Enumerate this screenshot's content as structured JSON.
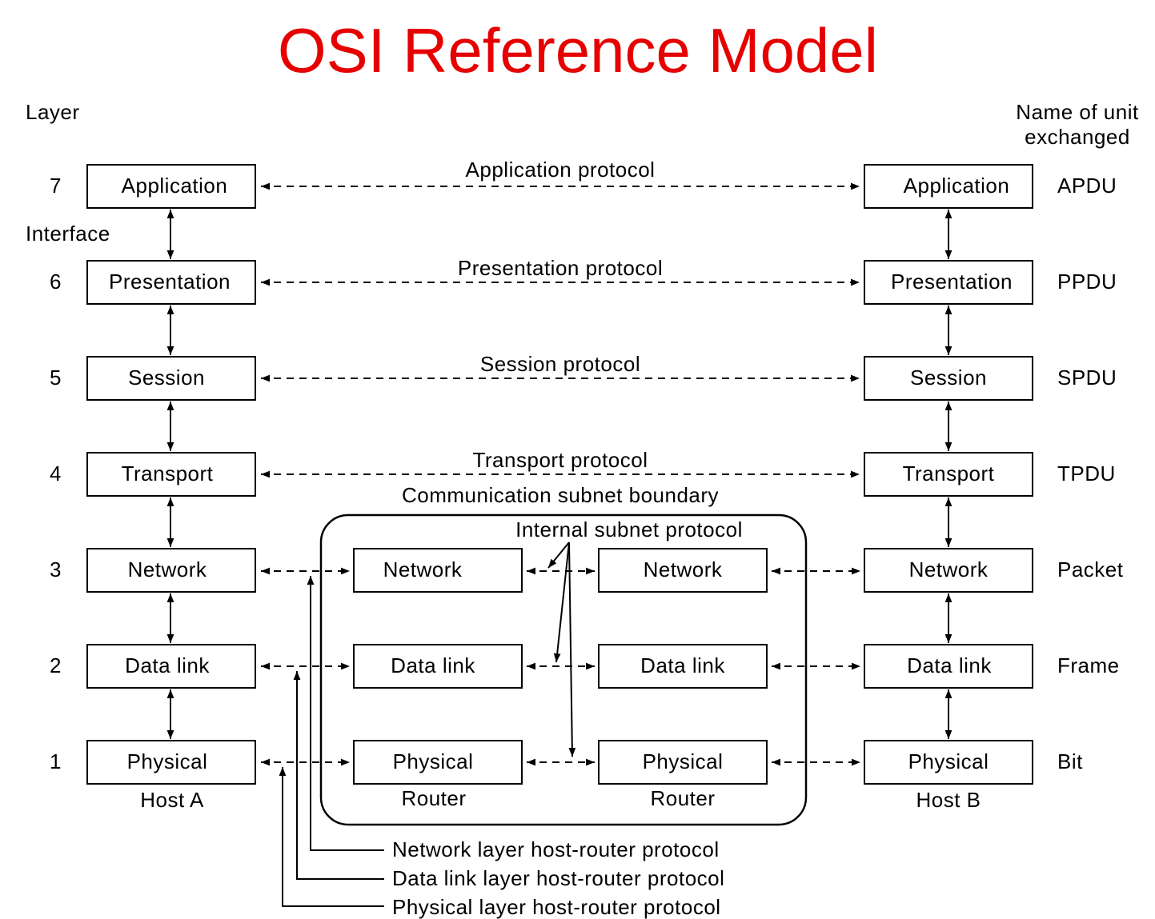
{
  "title": "OSI Reference Model",
  "colors": {
    "title": "#e60000",
    "ink": "#000000",
    "background": "#ffffff"
  },
  "headers": {
    "layer": "Layer",
    "interface": "Interface",
    "unit_line1": "Name of unit",
    "unit_line2": "exchanged"
  },
  "layers": [
    {
      "number": "7",
      "name": "Application",
      "unit": "APDU",
      "protocol": "Application protocol"
    },
    {
      "number": "6",
      "name": "Presentation",
      "unit": "PPDU",
      "protocol": "Presentation protocol"
    },
    {
      "number": "5",
      "name": "Session",
      "unit": "SPDU",
      "protocol": "Session protocol"
    },
    {
      "number": "4",
      "name": "Transport",
      "unit": "TPDU",
      "protocol": "Transport protocol"
    },
    {
      "number": "3",
      "name": "Network",
      "unit": "Packet"
    },
    {
      "number": "2",
      "name": "Data link",
      "unit": "Frame"
    },
    {
      "number": "1",
      "name": "Physical",
      "unit": "Bit"
    }
  ],
  "hosts": {
    "a": "Host A",
    "b": "Host B"
  },
  "subnet": {
    "boundary_label": "Communication subnet boundary",
    "internal_protocol": "Internal subnet protocol",
    "router_label": "Router",
    "layers": [
      "Network",
      "Data link",
      "Physical"
    ]
  },
  "host_router_protocols": {
    "network": "Network layer host-router protocol",
    "datalink": "Data link layer host-router protocol",
    "physical": "Physical layer host-router protocol"
  }
}
